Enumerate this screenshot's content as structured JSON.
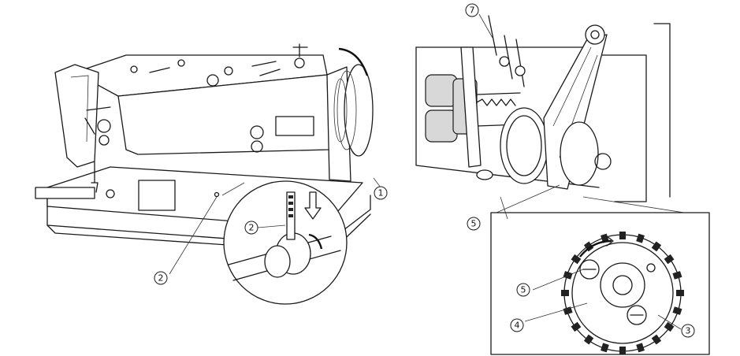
{
  "callouts": {
    "c1_machine_pulley": "1",
    "c2_hole_pin": "2",
    "c2_bed_pointer": "2",
    "c3_hook_timing_pulley": "3",
    "c4_hub": "4",
    "c5_set_screw_detail": "5",
    "c5_set_screw_belt": "5",
    "c7_top_label": "7"
  },
  "icons": {
    "rotation_arrow": "curved-arrow-icon",
    "push_arrow": "down-arrow-icon"
  }
}
